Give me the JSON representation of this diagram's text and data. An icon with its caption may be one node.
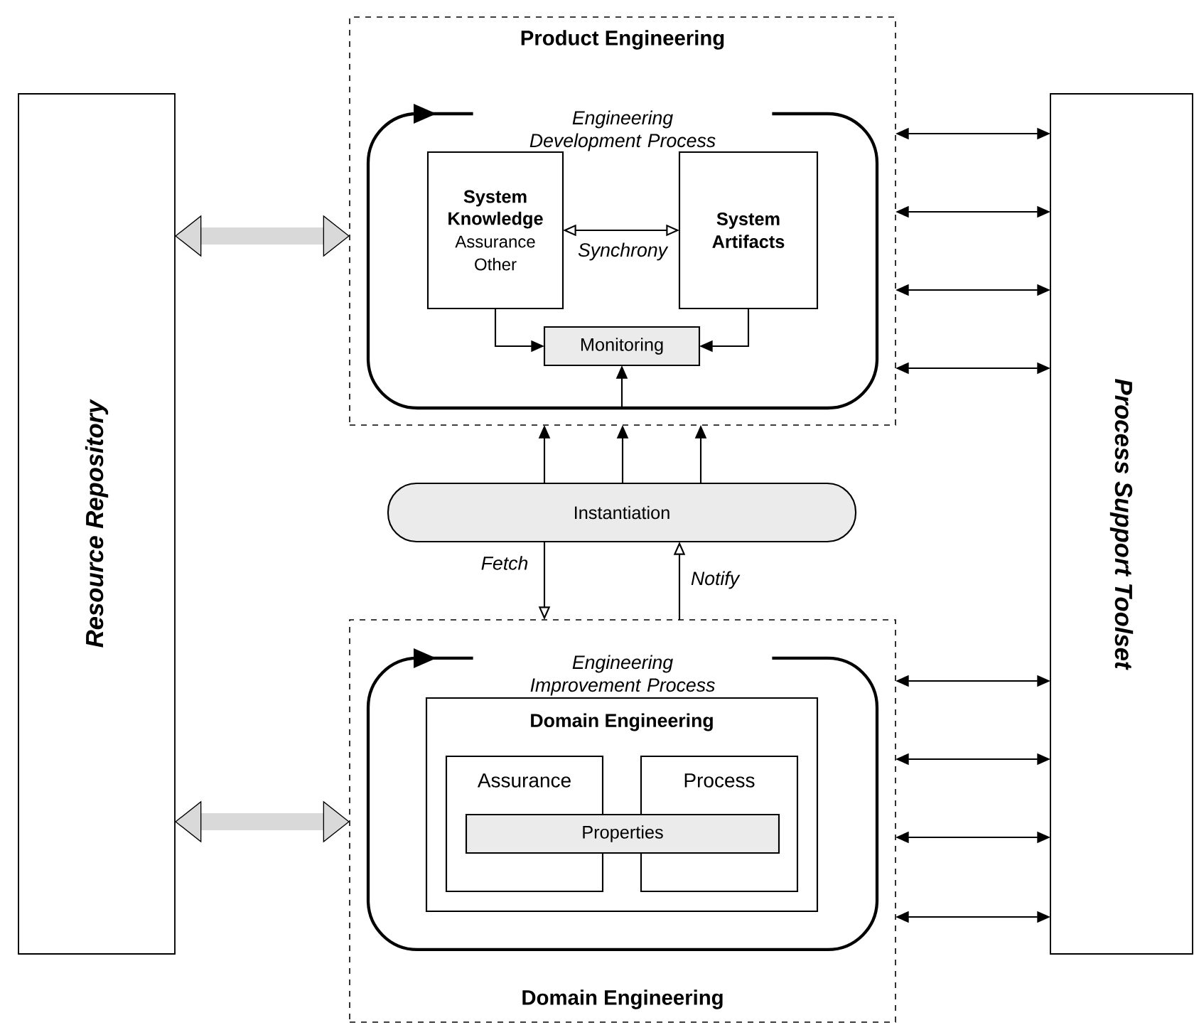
{
  "diagram": {
    "nodes": [
      {
        "text": [
          "Resource Repository"
        ]
      },
      {
        "text": [
          "Product Engineering"
        ]
      },
      {
        "text": [
          "Engineering Development Process"
        ],
        "in": 1
      },
      {
        "text": [
          "System Knowledge",
          "Assurance Other"
        ],
        "in": 2
      },
      {
        "text": [
          "System Artifacts"
        ],
        "in": 2
      },
      {
        "text": [
          "Monitoring"
        ],
        "in": 2
      },
      {
        "text": [
          "Instantiation"
        ]
      },
      {
        "text": [
          "Domain Engineering"
        ]
      },
      {
        "text": [
          "Engineering Improvement Process"
        ],
        "in": 7
      },
      {
        "text": [
          "Domain Engineering"
        ],
        "in": 8
      },
      {
        "text": [
          "Assurance"
        ],
        "in": 9
      },
      {
        "text": [
          "Process"
        ],
        "in": 9
      },
      {
        "text": [
          "Properties"
        ],
        "in": 9
      },
      {
        "text": [
          "Process Support Toolset"
        ]
      }
    ],
    "edges": [
      {
        "from": 0,
        "to": 1,
        "arrow": "both",
        "style": "thick",
        "color": "#d9d9d9"
      },
      {
        "from": 0,
        "to": 7,
        "arrow": "both",
        "style": "thick",
        "color": "#d9d9d9"
      },
      {
        "from": 1,
        "to": 13,
        "arrow": "both"
      },
      {
        "from": 1,
        "to": 13,
        "arrow": "both"
      },
      {
        "from": 1,
        "to": 13,
        "arrow": "both"
      },
      {
        "from": 1,
        "to": 13,
        "arrow": "both"
      },
      {
        "from": 7,
        "to": 13,
        "arrow": "both"
      },
      {
        "from": 7,
        "to": 13,
        "arrow": "both"
      },
      {
        "from": 7,
        "to": 13,
        "arrow": "both"
      },
      {
        "from": 7,
        "to": 13,
        "arrow": "both"
      },
      {
        "from": 3,
        "to": 4,
        "arrow": "both",
        "label": "Synchrony"
      },
      {
        "from": 3,
        "to": 5,
        "arrow": "to"
      },
      {
        "from": 4,
        "to": 5,
        "arrow": "to"
      },
      {
        "from": 2,
        "to": 5,
        "arrow": "to"
      },
      {
        "from": 6,
        "to": 1,
        "arrow": "to"
      },
      {
        "from": 6,
        "to": 1,
        "arrow": "to"
      },
      {
        "from": 6,
        "to": 1,
        "arrow": "to"
      },
      {
        "from": 6,
        "to": 7,
        "arrow": "to",
        "label": "Fetch"
      },
      {
        "from": 7,
        "to": 6,
        "arrow": "to",
        "label": "Notify"
      }
    ]
  }
}
